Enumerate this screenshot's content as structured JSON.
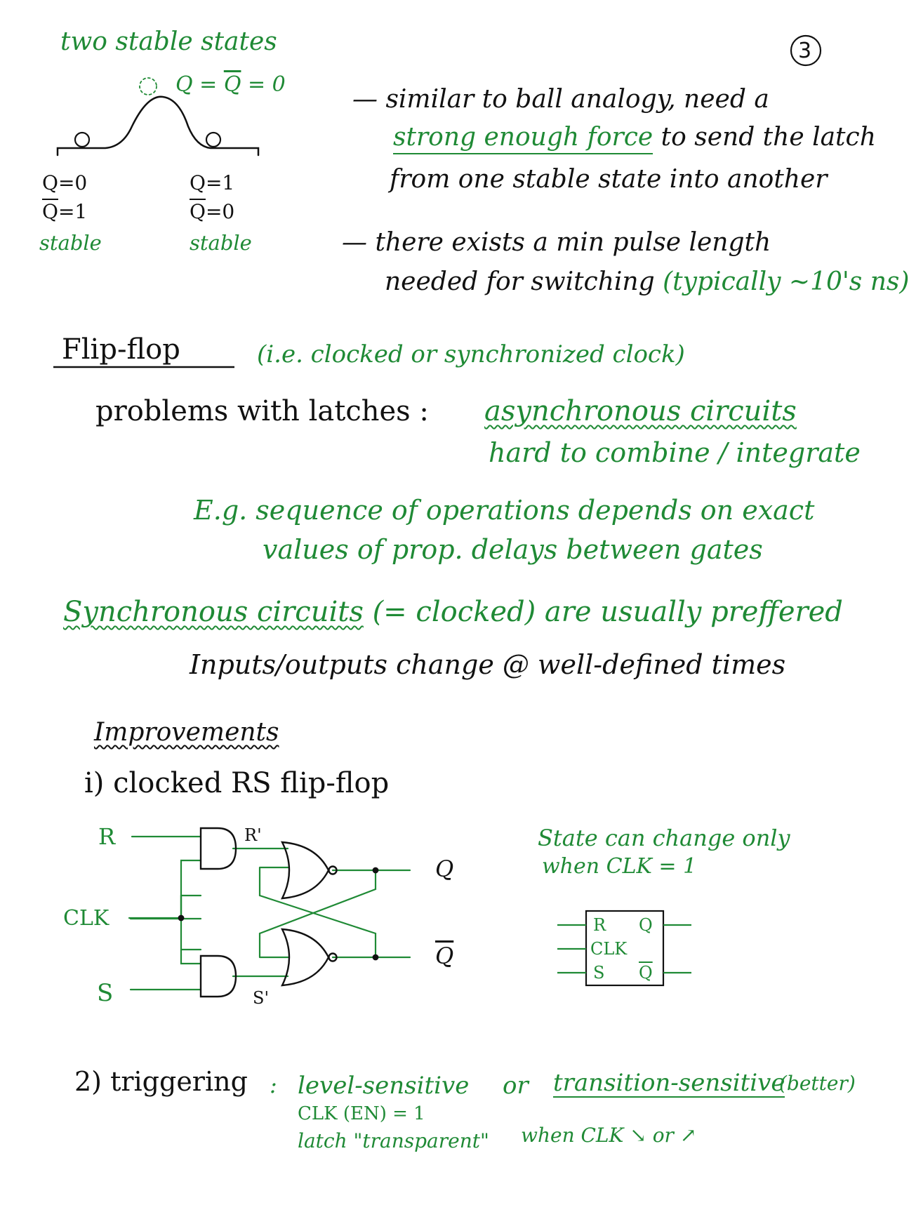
{
  "colors": {
    "ink_black": "#111111",
    "ink_green": "#1f8a35"
  },
  "page_number": "3",
  "top_left": {
    "heading": "two stable states",
    "unstable_label_left": "Q = ",
    "unstable_label_bar": "Q",
    "unstable_label_right": " = 0",
    "left_q": "Q=0",
    "left_qbar_sym": "Q",
    "left_qbar_val": "=1",
    "left_note": "stable",
    "right_q": "Q=1",
    "right_qbar_sym": "Q",
    "right_qbar_val": "=0",
    "right_note": "stable"
  },
  "bullets": {
    "b1_line1": "— similar to ball analogy, need a",
    "b1_highlight": "strong enough force",
    "b1_line2_rest": " to send the latch",
    "b1_line3": "from one stable state into another",
    "b2_line1": "— there exists a min pulse length",
    "b2_line2": "needed for switching ",
    "b2_note": "(typically ~10's ns)"
  },
  "flipflop": {
    "title": "Flip-flop",
    "subtitle": "(i.e. clocked or synchronized clock)",
    "problems": "problems with latches :",
    "async": "asynchronous circuits",
    "async_note": "hard to combine / integrate",
    "eg_line1": "E.g. sequence of operations depends on exact",
    "eg_line2": "values of prop. delays between gates",
    "sync": "Synchronous circuits",
    "sync_rest": " (= clocked) are usually preffered",
    "io": "Inputs/outputs change @ well-defined times"
  },
  "improvements": {
    "title": "Improvements",
    "item1": "i) clocked RS flip-flop",
    "item2_label": "2) triggering",
    "item2_colon": ":",
    "level": "level-sensitive",
    "or": "or",
    "transition": "transition-sensitive",
    "better": "(better)",
    "clk_en": "CLK (EN) = 1",
    "transparent": "latch \"transparent\"",
    "when_clk": "when CLK ↘ or ↗"
  },
  "circuit": {
    "r": "R",
    "r_prime": "R'",
    "clk": "CLK",
    "s": "S",
    "s_prime": "S'",
    "q": "Q",
    "qbar": "Q",
    "note_line1": "State can change only",
    "note_line2": "when CLK = 1",
    "box_r": "R",
    "box_clk": "CLK",
    "box_s": "S",
    "box_q": "Q",
    "box_qbar": "Q"
  }
}
